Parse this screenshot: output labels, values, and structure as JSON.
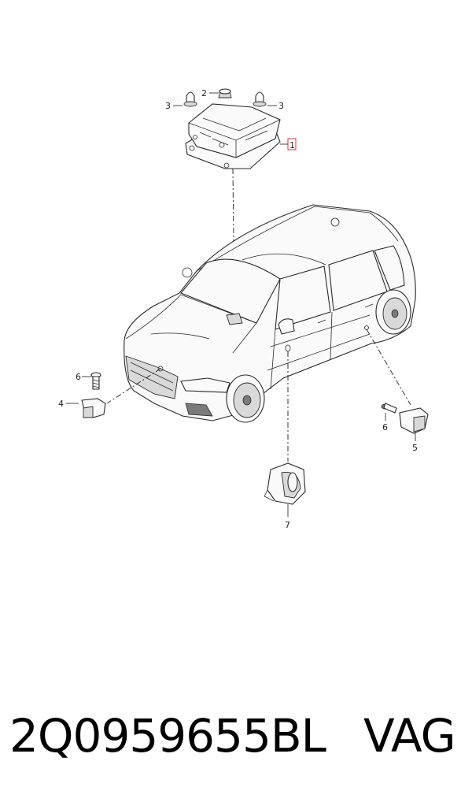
{
  "diagram": {
    "callouts": {
      "c1": "1",
      "c2": "2",
      "c3a": "3",
      "c3b": "3",
      "c4": "4",
      "c5": "5",
      "c6a": "6",
      "c6b": "6",
      "c7": "7"
    }
  },
  "footer": {
    "part_number": "2Q0959655BL",
    "brand": "VAG"
  },
  "colors": {
    "line": "#2a2a2a",
    "highlight_box": "#e03030",
    "background": "#ffffff"
  }
}
